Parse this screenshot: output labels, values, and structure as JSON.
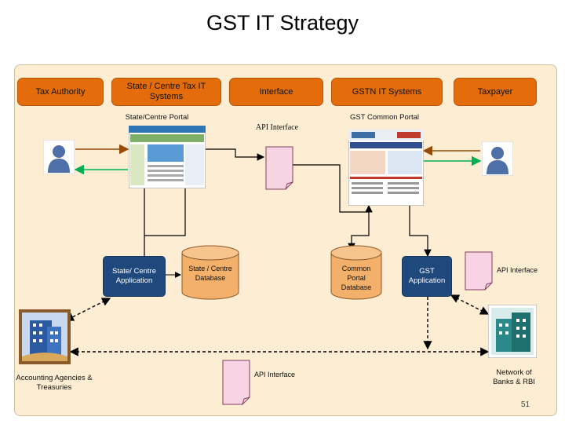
{
  "title": "GST IT Strategy",
  "headers": {
    "tax_authority": "Tax Authority",
    "state_centre_it": "State / Centre Tax IT Systems",
    "interface": "Interface",
    "gstn_it": "GSTN IT Systems",
    "taxpayer": "Taxpayer"
  },
  "portals": {
    "state_centre": "State/Centre Portal",
    "gst_common": "GST Common Portal"
  },
  "api_interface_top": "API Interface",
  "apps": {
    "state_centre_app": "State/ Centre Application",
    "gst_app": "GST Application"
  },
  "databases": {
    "state_centre_db": "State / Centre Database",
    "common_portal_db": "Common Portal Database"
  },
  "api_interface_right": "API Interface",
  "api_interface_bottom": "API Interface",
  "entities": {
    "accounting": "Accounting Agencies & Treasuries",
    "banks": "Network of Banks & RBI"
  },
  "page_number": "51",
  "colors": {
    "header_fill": "#e46c0a",
    "panel_fill": "#fcedd3",
    "app_fill": "#1f497d",
    "db_fill": "#f2b06a",
    "arrow_brown": "#984807",
    "arrow_green": "#00b050"
  }
}
